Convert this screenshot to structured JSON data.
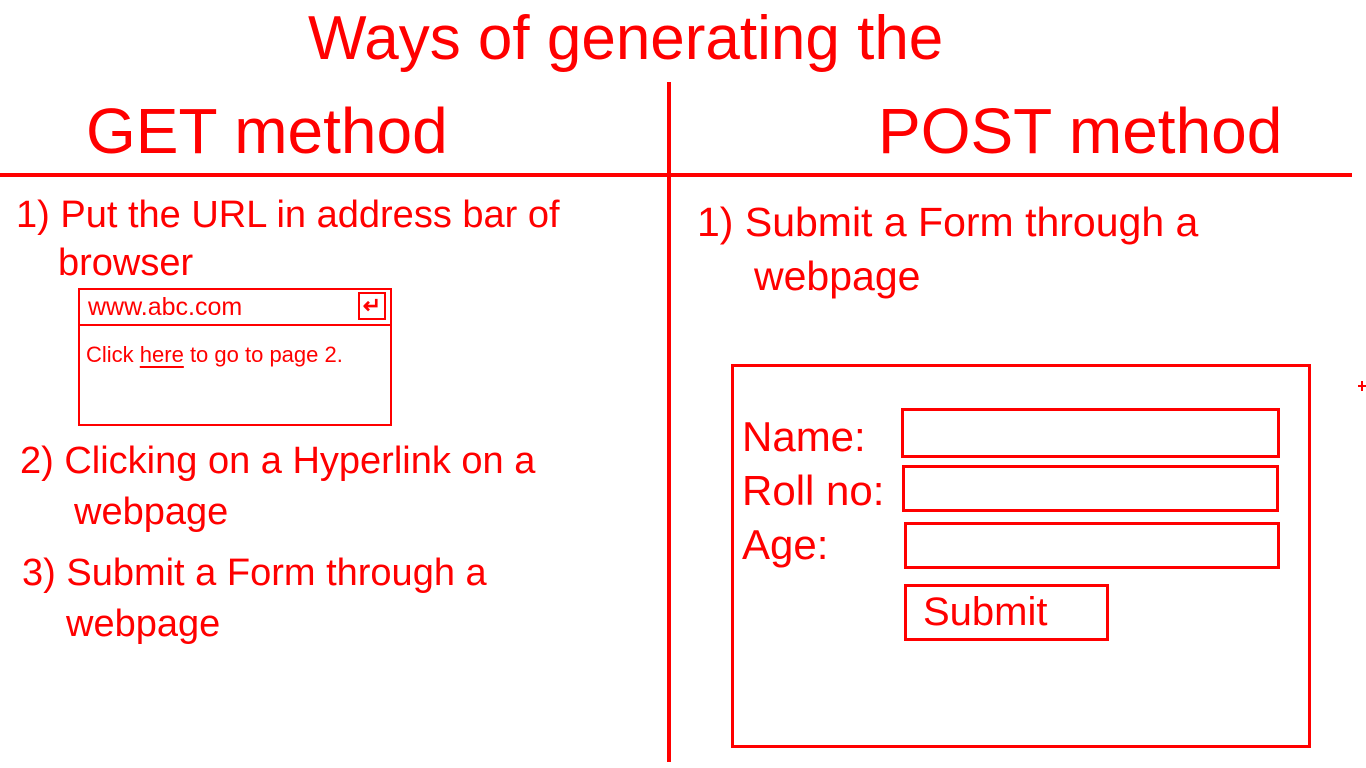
{
  "title": "Ways of generating the",
  "get": {
    "heading": "GET method",
    "item1_line1": "1) Put the URL in address bar of",
    "item1_line2": "browser",
    "browser": {
      "address": "www.abc.com",
      "go_glyph": "↵",
      "text_before": "Click ",
      "link_text": "here",
      "text_after": " to go to page 2."
    },
    "item2_line1": "2) Clicking on a Hyperlink on a",
    "item2_line2": "webpage",
    "item3_line1": "3) Submit a Form through a",
    "item3_line2": "webpage"
  },
  "post": {
    "heading": "POST method",
    "item1_line1": "1) Submit a Form through a",
    "item1_line2": "webpage",
    "form": {
      "name_label": "Name:",
      "name_value": "",
      "roll_label": "Roll no:",
      "roll_value": "",
      "age_label": "Age:",
      "age_value": "",
      "submit_label": "Submit"
    }
  },
  "colors": {
    "ink": "#ff0000",
    "background": "#ffffff"
  }
}
